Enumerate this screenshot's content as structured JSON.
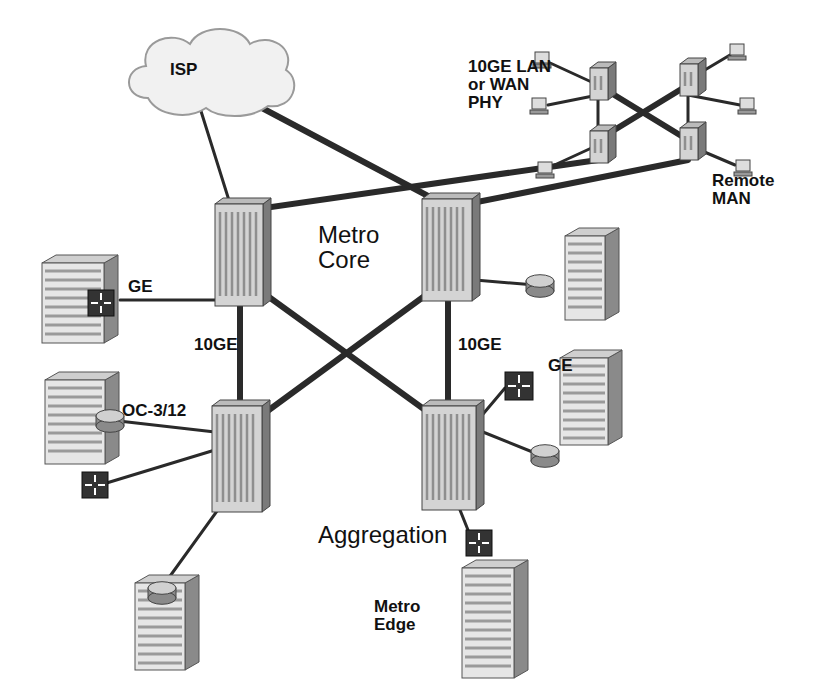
{
  "diagram": {
    "nodes": [
      {
        "text": [
          "ISP"
        ]
      }
    ],
    "labels": [
      "10GE LAN or WAN PHY",
      "Remote MAN",
      "GE",
      "Metro Core",
      "10GE",
      "10GE",
      "GE",
      "OC-3/12",
      "Aggregation",
      "Metro Edge"
    ]
  }
}
